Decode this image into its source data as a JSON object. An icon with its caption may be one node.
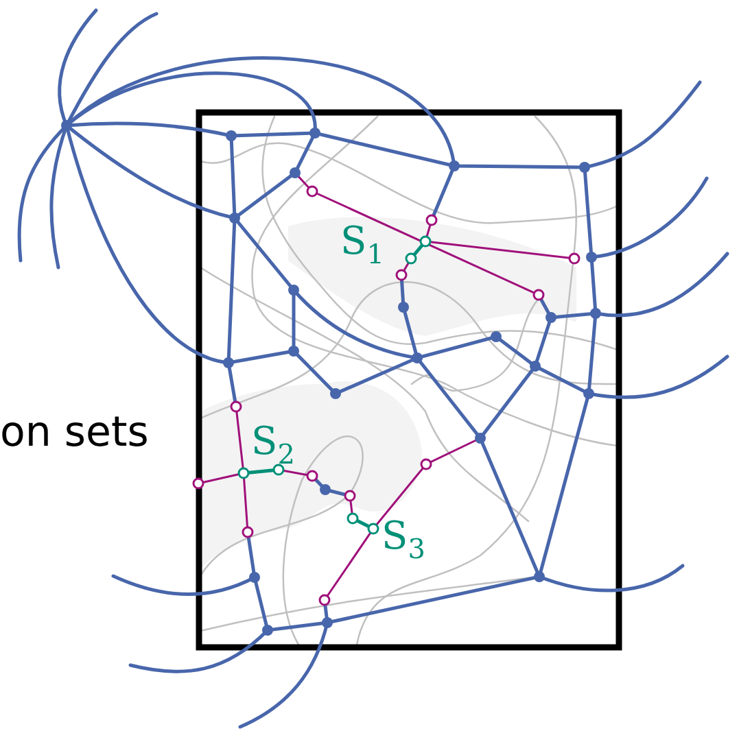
{
  "diagram": {
    "labels": [
      "S$_{1}$",
      "on sets",
      "S$_{2}$",
      "S$_{3}$"
    ]
  }
}
